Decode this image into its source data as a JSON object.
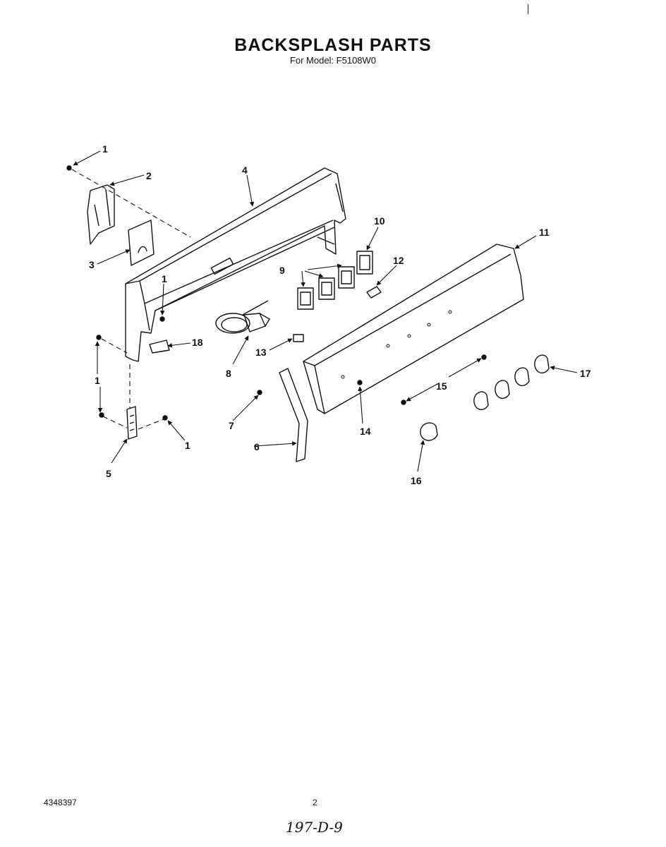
{
  "title": "BACKSPLASH PARTS",
  "subtitle": "For Model: F5108W0",
  "footer": {
    "doc_number": "4348397",
    "page_number": "2",
    "handwritten": "197-D-9"
  },
  "callouts": {
    "c1a": "1",
    "c2": "2",
    "c3": "3",
    "c4": "4",
    "c1b": "1",
    "c18": "18",
    "c1c": "1",
    "c1d": "1",
    "c5": "5",
    "c8": "8",
    "c13": "13",
    "c9": "9",
    "c10": "10",
    "c12": "12",
    "c11": "11",
    "c7": "7",
    "c6": "6",
    "c14": "14",
    "c15": "15",
    "c17": "17",
    "c16": "16"
  }
}
